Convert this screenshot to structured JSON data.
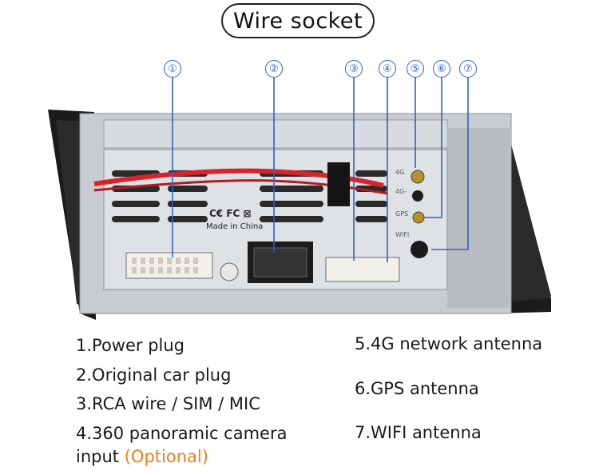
{
  "title": "Wire socket",
  "callouts": [
    "①",
    "②",
    "③",
    "④",
    "⑤",
    "⑥",
    "⑦"
  ],
  "unit": {
    "marking": "Made in China",
    "ports": [
      "4G",
      "4G-",
      "GPS",
      "WIFI"
    ],
    "icons": [
      "ce-mark-icon",
      "fcc-mark-icon",
      "weee-bin-icon"
    ]
  },
  "features": {
    "left": [
      "1.Power plug",
      "2.Original car plug",
      "3.RCA wire / SIM / MIC",
      "4.360 panoramic camera"
    ],
    "left_cont": "input",
    "left_optional": "(Optional)",
    "right": [
      "5.4G network antenna",
      "6.GPS antenna",
      "7.WIFI antenna"
    ]
  },
  "colors": {
    "callout": "#2a63c9",
    "optional": "#f07d1c",
    "chassis": "#c9ccd1",
    "harness": "#d9232a"
  }
}
